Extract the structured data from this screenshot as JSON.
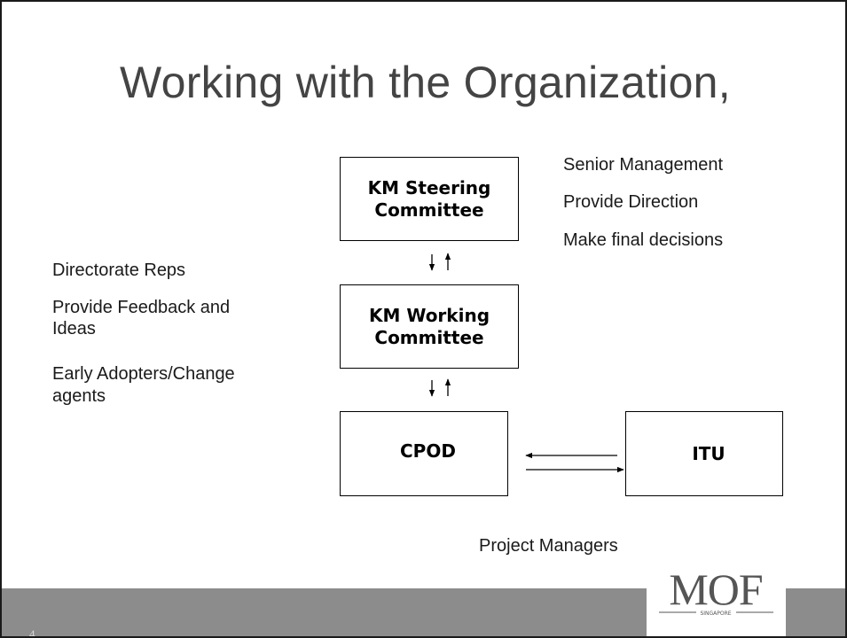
{
  "slide": {
    "title": "Working with the Organization,",
    "page_number": "4"
  },
  "diagram": {
    "nodes": {
      "steering": {
        "line1": "KM Steering",
        "line2": "Committee"
      },
      "working": {
        "line1": "KM Working",
        "line2": "Committee"
      },
      "cpod": {
        "label": "CPOD"
      },
      "itu": {
        "label": "ITU"
      }
    },
    "notes": {
      "steering": [
        "Senior Management",
        "Provide Direction",
        "Make final decisions"
      ],
      "working": [
        "Directorate Reps",
        "Provide Feedback and",
        "Ideas",
        "Early Adopters/Change",
        "agents"
      ],
      "bottom": "Project Managers"
    },
    "edges": [
      {
        "from": "steering",
        "to": "working",
        "direction": "bidirectional"
      },
      {
        "from": "working",
        "to": "cpod",
        "direction": "bidirectional"
      },
      {
        "from": "cpod",
        "to": "itu",
        "direction": "bidirectional"
      }
    ]
  },
  "logo": {
    "text": "MOF",
    "subtext": "SINGAPORE"
  },
  "colors": {
    "title": "#444444",
    "footer": "#8c8c8c",
    "line": "#000000"
  }
}
